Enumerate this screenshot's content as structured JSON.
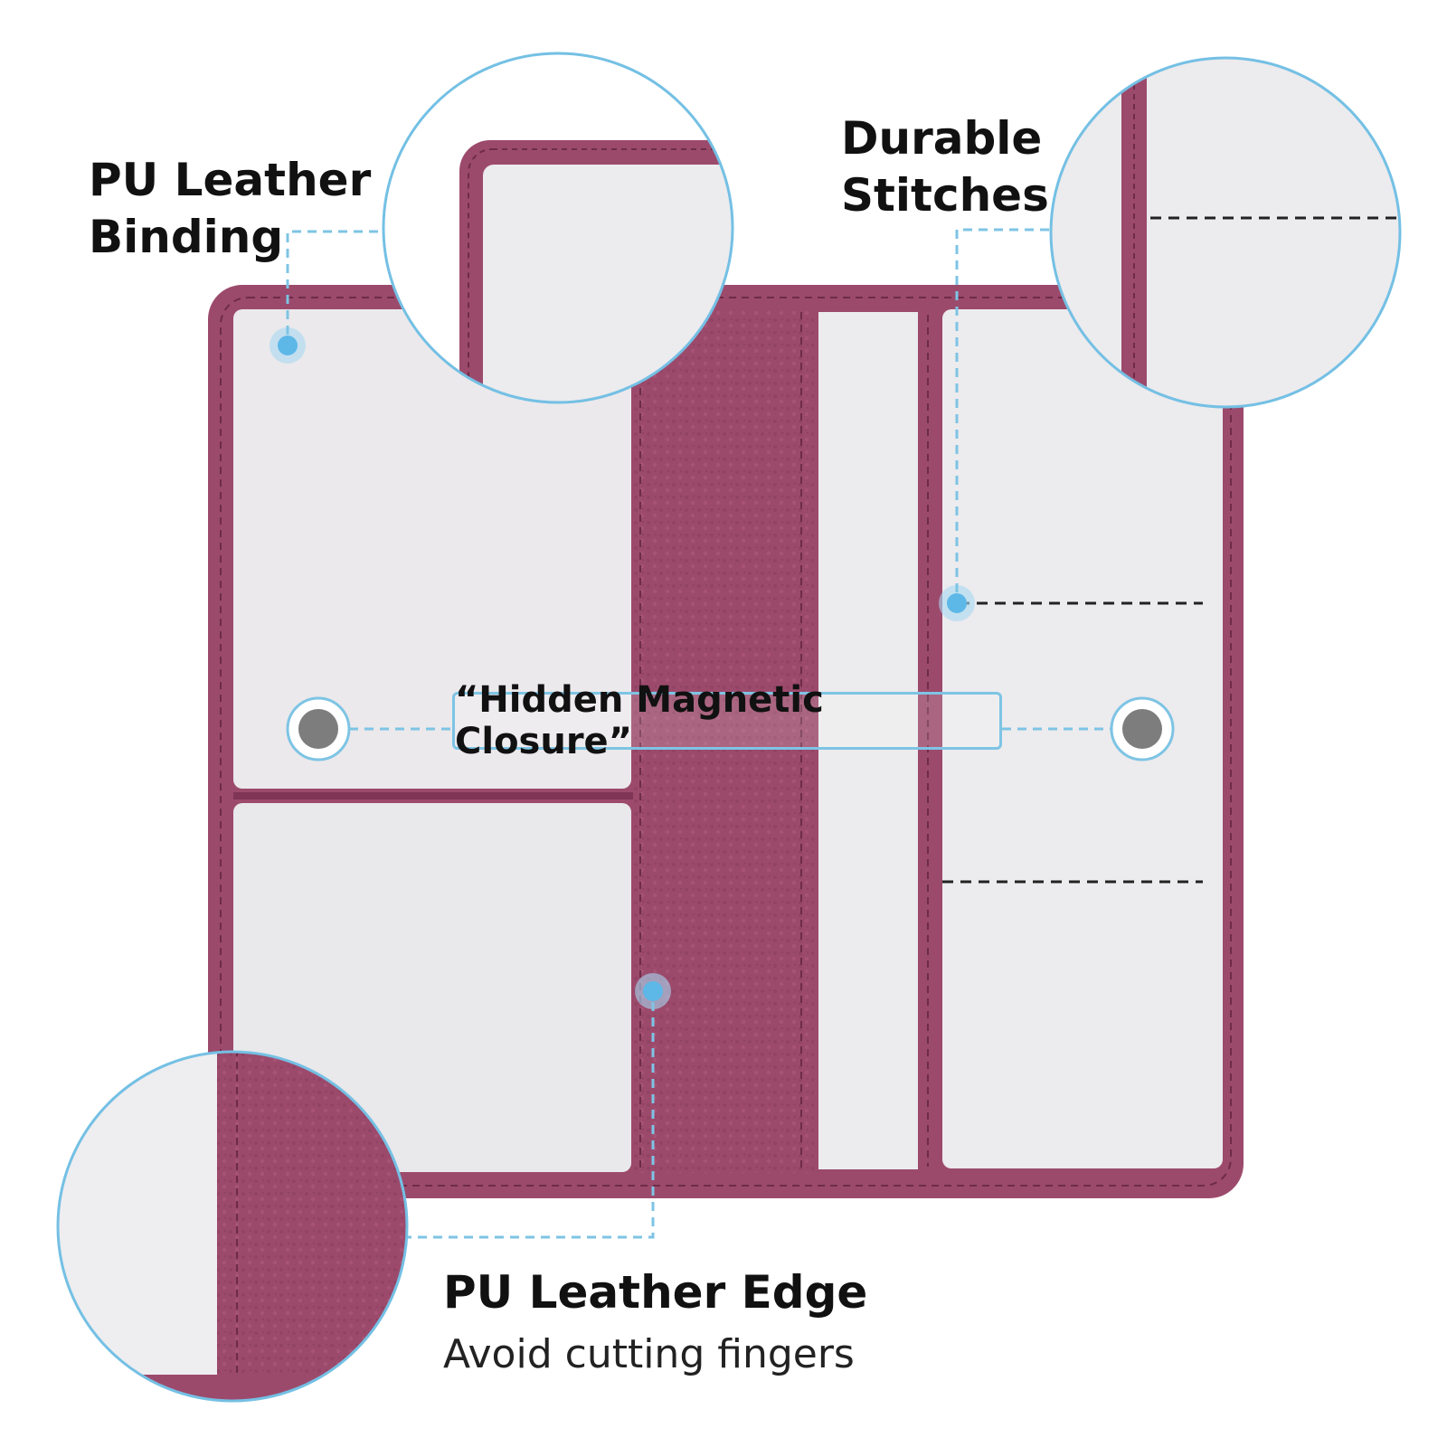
{
  "callouts": {
    "binding": {
      "line1": "PU Leather",
      "line2": "Binding"
    },
    "stitches": {
      "line1": "Durable",
      "line2": "Stitches"
    },
    "closure": "“Hidden Magnetic Closure”",
    "edge": {
      "title": "PU Leather Edge",
      "subtitle": "Avoid cutting fingers"
    }
  },
  "colors": {
    "leather": "#9c4a6c",
    "leather_dark": "#7e3556",
    "leather_light": "#b25e80",
    "sleeve": "#ecebee",
    "accent": "#5db8e8",
    "zoom_ring": "#74c0e4",
    "magnet": "#7d7d7d"
  }
}
